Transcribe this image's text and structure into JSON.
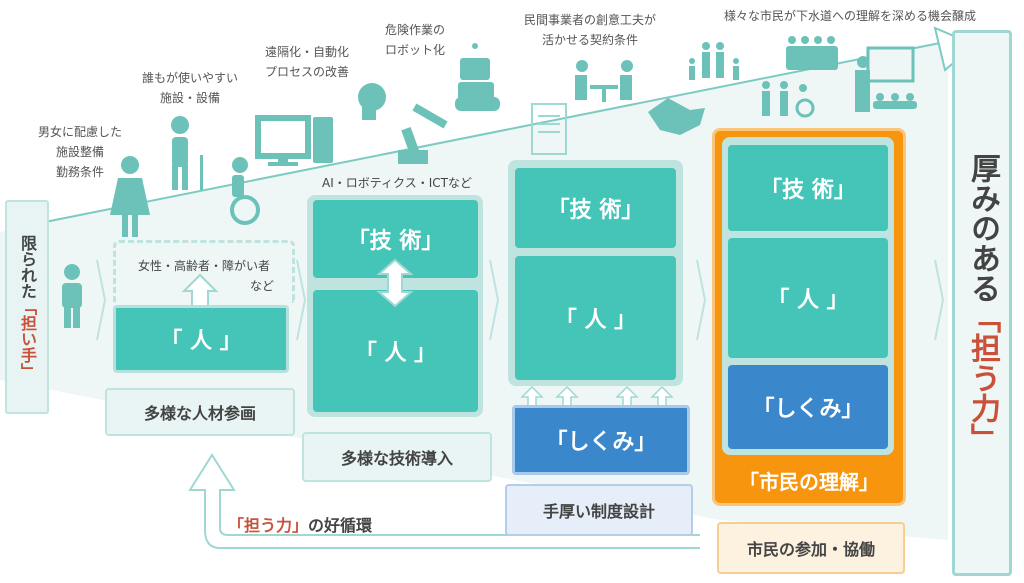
{
  "top_labels": {
    "gender": "男女に配慮した\n施設整備\n勤務条件",
    "universal": "誰もが使いやすい\n施設・設備",
    "automation": "遠隔化・自動化\nプロセスの改善",
    "robot": "危険作業の\nロボット化",
    "contract": "民間事業者の創意工夫が\n活かせる契約条件",
    "citizens": "様々な市民が下水道への理解を深める機会醸成"
  },
  "left_box": {
    "line1": "限られた",
    "line2": "「担い手」"
  },
  "col1": {
    "note": "女性・高齢者・障がい者",
    "note2": "など",
    "person": "「 人 」",
    "caption": "多様な人材参画"
  },
  "col2": {
    "tech_note": "AI・ロボティクス・ICTなど",
    "tech": "「技 術」",
    "person": "「 人 」",
    "caption": "多様な技術導入"
  },
  "col3": {
    "tech": "「技 術」",
    "person": "「 人 」",
    "system": "「しくみ」",
    "caption": "手厚い制度設計"
  },
  "col4": {
    "tech": "「技 術」",
    "person": "「 人 」",
    "system": "「しくみ」",
    "understanding": "「市民の理解」",
    "caption": "市民の参加・協働"
  },
  "right_box": {
    "line1": "厚みのある",
    "line2": "「担う力」"
  },
  "cycle": {
    "highlight": "「担う力」",
    "rest": "の好循環"
  },
  "colors": {
    "teal": "#45c4b8",
    "blue": "#3b87cc",
    "orange": "#f7950f",
    "red": "#c9513a"
  }
}
